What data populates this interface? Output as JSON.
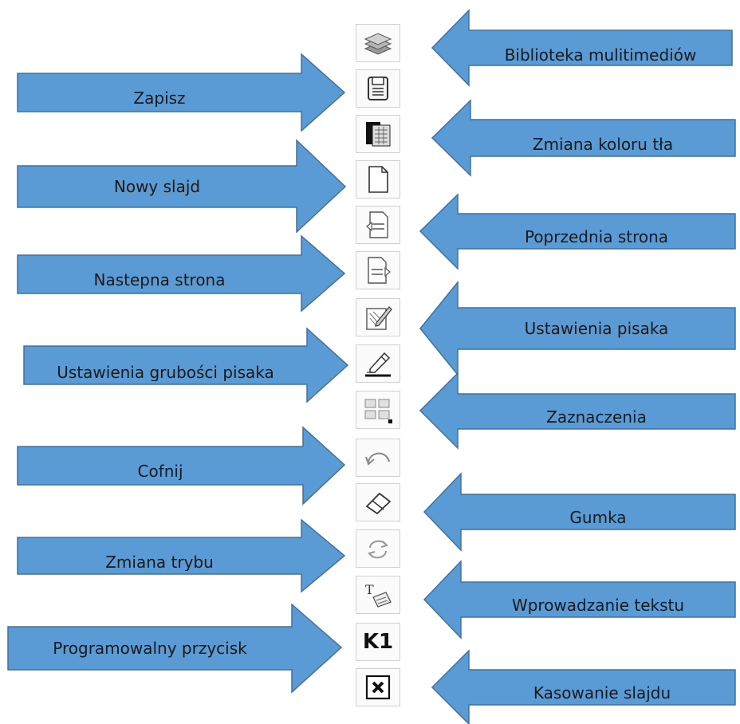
{
  "colors": {
    "arrow_fill": "#5b9bd5",
    "arrow_stroke": "#41719c"
  },
  "left_labels": [
    "Zapisz",
    "Nowy slajd",
    "Nastepna strona",
    "Ustawienia grubości pisaka",
    "Cofnij",
    "Zmiana trybu",
    "Programowalny przycisk"
  ],
  "right_labels": [
    "Biblioteka mulitimediów",
    "Zmiana koloru tła",
    "Poprzednia strona",
    "Ustawienia pisaka",
    "Zaznaczenia",
    "Gumka",
    "Wprowadzanie tekstu",
    "Kasowanie slajdu"
  ],
  "toolbar": {
    "buttons": [
      {
        "icon": "media-library-icon"
      },
      {
        "icon": "save-icon"
      },
      {
        "icon": "background-color-icon"
      },
      {
        "icon": "new-page-icon"
      },
      {
        "icon": "previous-page-icon"
      },
      {
        "icon": "next-page-icon"
      },
      {
        "icon": "pen-settings-icon"
      },
      {
        "icon": "pen-thickness-icon"
      },
      {
        "icon": "selection-icon"
      },
      {
        "icon": "undo-icon"
      },
      {
        "icon": "eraser-icon"
      },
      {
        "icon": "mode-change-icon"
      },
      {
        "icon": "text-input-icon"
      },
      {
        "icon": "programmable-button-icon",
        "text": "K1"
      },
      {
        "icon": "delete-slide-icon"
      }
    ]
  }
}
